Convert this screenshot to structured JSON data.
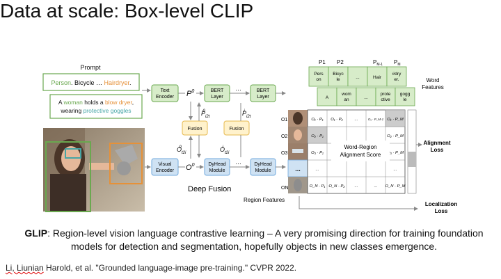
{
  "slide": {
    "title": "Data at scale: Box-level CLIP"
  },
  "diagram": {
    "prompt": {
      "header": "Prompt",
      "line1": [
        "Person",
        ". Bicycle … ",
        "Hairdryer",
        "."
      ],
      "line2": [
        "A ",
        "woman",
        " holds a ",
        "blow dryer",
        ","
      ],
      "line3": [
        "wearing ",
        "protective goggles"
      ]
    },
    "text_encoder": [
      "Text",
      "Encoder"
    ],
    "visual_encoder": [
      "Visual",
      "Encoder"
    ],
    "bert1": [
      "BERT",
      "Layer"
    ],
    "bert2": [
      "BERT",
      "Layer"
    ],
    "fusion1": "Fusion",
    "fusion2": "Fusion",
    "dyhead1": [
      "DyHead",
      "Module"
    ],
    "dyhead2": [
      "DyHead",
      "Module"
    ],
    "ellipsis": "…",
    "deep_fusion": "Deep Fusion",
    "region_features": "Region Features",
    "word_features": [
      "Word",
      "Features"
    ],
    "alignment_loss": [
      "Alignment",
      "Loss"
    ],
    "localization_loss": [
      "Localization",
      "Loss"
    ],
    "word_region": [
      "Word-Region",
      "Alignment Score"
    ],
    "p_headers": [
      "P1",
      "P2",
      "P",
      "M-1",
      "P",
      "M"
    ],
    "prompt_tokens_top": [
      [
        "Pers",
        "on"
      ],
      [
        "Bicyc",
        "le"
      ],
      [
        "..."
      ],
      [
        "Hair"
      ],
      [
        "#dry",
        "er."
      ]
    ],
    "prompt_tokens_bottom": [
      [
        "A"
      ],
      [
        "wom",
        "an"
      ],
      [
        "..."
      ],
      [
        "prote",
        "ctive"
      ],
      [
        "gogg",
        "le"
      ]
    ],
    "region_labels": [
      "O1",
      "O2",
      "O3",
      "...",
      "ON"
    ],
    "colors": {
      "green_box": "#d7ecc9",
      "green_border": "#6aa84f",
      "blue_box": "#cfe2f3",
      "blue_border": "#6fa8dc",
      "yellow_box": "#fff2cc",
      "yellow_border": "#e6b84e",
      "orange": "#e69138",
      "teal": "#45a5a5",
      "green_text": "#6aa84f",
      "gray_cell": "#cccccc"
    }
  },
  "caption": {
    "bold": "GLIP",
    "text": ": Region-level vision language contrastive learning – A very promising direction for training foundation models for detection and segmentation, hopefully objects in new classes emergence."
  },
  "citation": {
    "author_marked": "Li, Liunian",
    "rest": " Harold, et al. \"Grounded language-image pre-training.\" CVPR 2022."
  }
}
